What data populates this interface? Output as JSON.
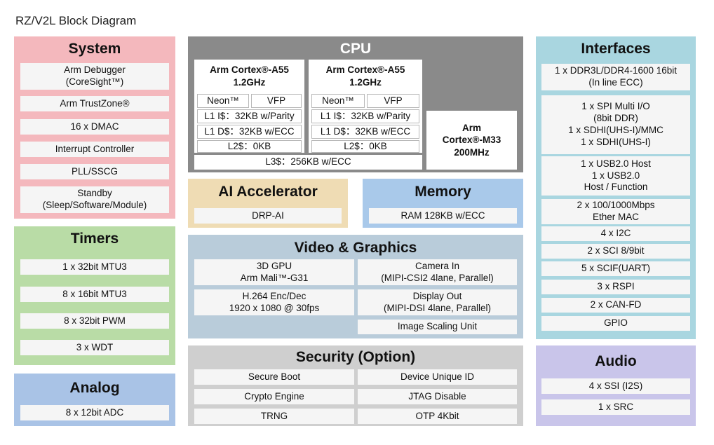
{
  "page_title": "RZ/V2L Block Diagram",
  "system": {
    "title": "System",
    "items": [
      "Arm Debugger\n(CoreSight™)",
      "Arm TrustZone®",
      "16 x DMAC",
      "Interrupt Controller",
      "PLL/SSCG",
      "Standby\n(Sleep/Software/Module)"
    ]
  },
  "timers": {
    "title": "Timers",
    "items": [
      "1 x 32bit MTU3",
      "8 x 16bit MTU3",
      "8 x 32bit PWM",
      "3 x WDT"
    ]
  },
  "analog": {
    "title": "Analog",
    "items": [
      "8 x 12bit ADC"
    ]
  },
  "cpu": {
    "title": "CPU",
    "cores": [
      {
        "title": "Arm Cortex®-A55\n1.2GHz",
        "neon": "Neon™",
        "vfp": "VFP",
        "l1i": "L1 I$：32KB w/Parity",
        "l1d": "L1 D$：32KB w/ECC",
        "l2": "L2$：0KB"
      },
      {
        "title": "Arm Cortex®-A55\n1.2GHz",
        "neon": "Neon™",
        "vfp": "VFP",
        "l1i": "L1 I$：32KB w/Parity",
        "l1d": "L1 D$：32KB w/ECC",
        "l2": "L2$：0KB"
      }
    ],
    "l3": "L3$：256KB w/ECC",
    "m33": "Arm\nCortex®-M33\n200MHz"
  },
  "ai": {
    "title": "AI Accelerator",
    "items": [
      "DRP-AI"
    ]
  },
  "memory": {
    "title": "Memory",
    "items": [
      "RAM 128KB w/ECC"
    ]
  },
  "video": {
    "title": "Video & Graphics",
    "items": [
      "3D GPU\nArm Mali™-G31",
      "Camera In\n(MIPI-CSI2 4lane, Parallel)",
      "H.264 Enc/Dec\n1920 x 1080 @ 30fps",
      "Display Out\n(MIPI-DSI 4lane, Parallel)",
      "Image Scaling Unit"
    ]
  },
  "security": {
    "title": "Security (Option)",
    "items": [
      "Secure Boot",
      "Device Unique ID",
      "Crypto Engine",
      "JTAG Disable",
      "TRNG",
      "OTP 4Kbit"
    ]
  },
  "interfaces": {
    "title": "Interfaces",
    "items": [
      "1 x DDR3L/DDR4-1600 16bit\n(In line ECC)",
      "1 x SPI Multi I/O\n(8bit DDR)\n1 x SDHI(UHS-I)/MMC\n1 x SDHI(UHS-I)",
      "1 x USB2.0 Host\n1 x USB2.0\nHost / Function",
      "2 x 100/1000Mbps\nEther MAC",
      "4 x I2C",
      "2 x SCI 8/9bit",
      "5 x SCIF(UART)",
      "3 x RSPI",
      "2 x CAN-FD",
      "GPIO"
    ]
  },
  "audio": {
    "title": "Audio",
    "items": [
      "4 x SSI (I2S)",
      "1 x SRC"
    ]
  }
}
